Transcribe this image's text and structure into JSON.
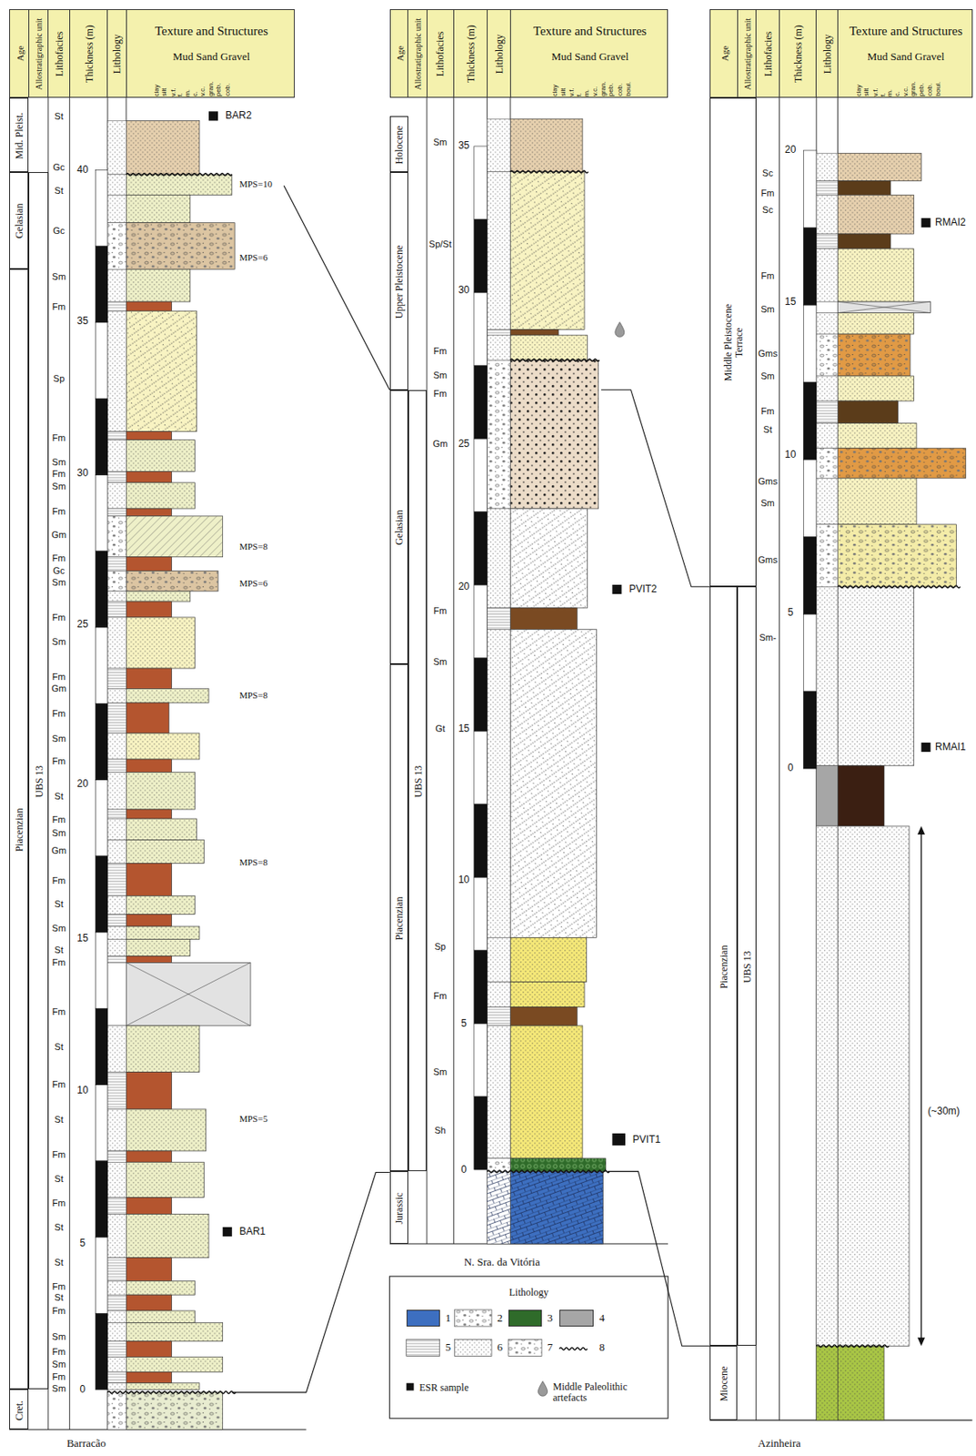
{
  "diagram": {
    "nodes": [
      {
        "text": [
          "Age",
          "Allostratigraphic unit",
          "Lithofacies",
          "Thickness (m)",
          "Lithology",
          "Texture and Structures",
          "Mud Sand Gravel",
          "clay",
          "silt",
          "v.f.",
          "f.",
          "m.",
          "c.",
          "v.c.",
          "gran.",
          "peb.",
          "cob."
        ]
      },
      {
        "text": [
          "Mid. Pleist."
        ]
      },
      {
        "text": [
          "Gelasian"
        ]
      },
      {
        "text": [
          "Piacenzian"
        ]
      },
      {
        "text": [
          "Cret."
        ]
      },
      {
        "text": [
          "UBS 13"
        ]
      },
      {
        "text": [
          "Age",
          "Allostratigraphic unit",
          "Lithofacies",
          "Thickness (m)",
          "Lithology",
          "Texture and Structures",
          "Mud Sand Gravel",
          "clay",
          "silt",
          "v.f.",
          "f.",
          "m.",
          "v.c.",
          "gran.",
          "peb.",
          "cob.",
          "boul."
        ]
      },
      {
        "text": [
          "Holocene"
        ]
      },
      {
        "text": [
          "Upper Pleistocene"
        ]
      },
      {
        "text": [
          "Gelasian"
        ]
      },
      {
        "text": [
          "Piacenzian"
        ]
      },
      {
        "text": [
          "Jurassic"
        ]
      },
      {
        "text": [
          "UBS 13"
        ]
      },
      {
        "text": [
          "Age",
          "Allostratigraphic unit",
          "Lithofacies",
          "Thickness (m)",
          "Lithology",
          "Texture and Structures",
          "Mud Sand Gravel",
          "clay",
          "silt",
          "v.f.",
          "f.",
          "m.",
          "c.",
          "v.c.",
          "gran.",
          "peb.",
          "cob.",
          "boul."
        ]
      },
      {
        "text": [
          "Middle Pleistocene Terrace"
        ]
      },
      {
        "text": [
          "Piacenzian"
        ]
      },
      {
        "text": [
          "Miocene"
        ]
      },
      {
        "text": [
          "UBS 13"
        ]
      }
    ],
    "labels": [
      "St",
      "Gc",
      "St",
      "Gc",
      "Sm",
      "Fm",
      "Sp",
      "Fm",
      "Sm",
      "Fm",
      "Sm",
      "Fm",
      "Gm",
      "Fm",
      "Gc",
      "Sm",
      "Fm",
      "Sm",
      "Fm",
      "Gm",
      "Fm",
      "Sm",
      "Fm",
      "St",
      "Fm",
      "Sm",
      "Gm",
      "Fm",
      "St",
      "Sm",
      "St",
      "Fm",
      "Fm",
      "St",
      "Fm",
      "St",
      "Fm",
      "St",
      "Fm",
      "St",
      "St",
      "Fm",
      "St",
      "Fm",
      "Sm",
      "Fm",
      "Sm",
      "Fm",
      "Sm",
      "40",
      "35",
      "30",
      "25",
      "20",
      "15",
      "10",
      "5",
      "0",
      "MPS=10",
      "MPS=6",
      "MPS=8",
      "MPS=6",
      "MPS=8",
      "MPS=8",
      "MPS=5",
      "BAR2",
      "BAR1",
      "Barracão",
      "Sm",
      "Sp/St",
      "Fm",
      "Sm",
      "Fm",
      "Gm",
      "Fm",
      "Sm",
      "Gt",
      "Sp",
      "Fm",
      "Sm",
      "Sh",
      "35",
      "30",
      "25",
      "20",
      "15",
      "10",
      "5",
      "0",
      "PVIT2",
      "PVIT1",
      "N. Sra. da Vitória",
      "Sc",
      "Fm",
      "Sc",
      "Fm",
      "Sm",
      "Gms",
      "Sm",
      "Fm",
      "St",
      "Gms",
      "Sm",
      "Gms",
      "Sm-",
      "20",
      "15",
      "10",
      "5",
      "0",
      "RMAI2",
      "RMAI1",
      "(~30m)",
      "Azinheira",
      "Lithology"
    ],
    "legend": [
      {
        "text": "1",
        "color": "#3d6fc0"
      },
      {
        "text": "2"
      },
      {
        "text": "3",
        "color": "#2f6b2a"
      },
      {
        "text": "4",
        "color": "#a6a6a6"
      },
      {
        "text": "5"
      },
      {
        "text": "6"
      },
      {
        "text": "7"
      },
      {
        "text": "8"
      },
      {
        "text": "ESR sample"
      },
      {
        "text": "Middle Paleolithic artefacts"
      }
    ]
  }
}
